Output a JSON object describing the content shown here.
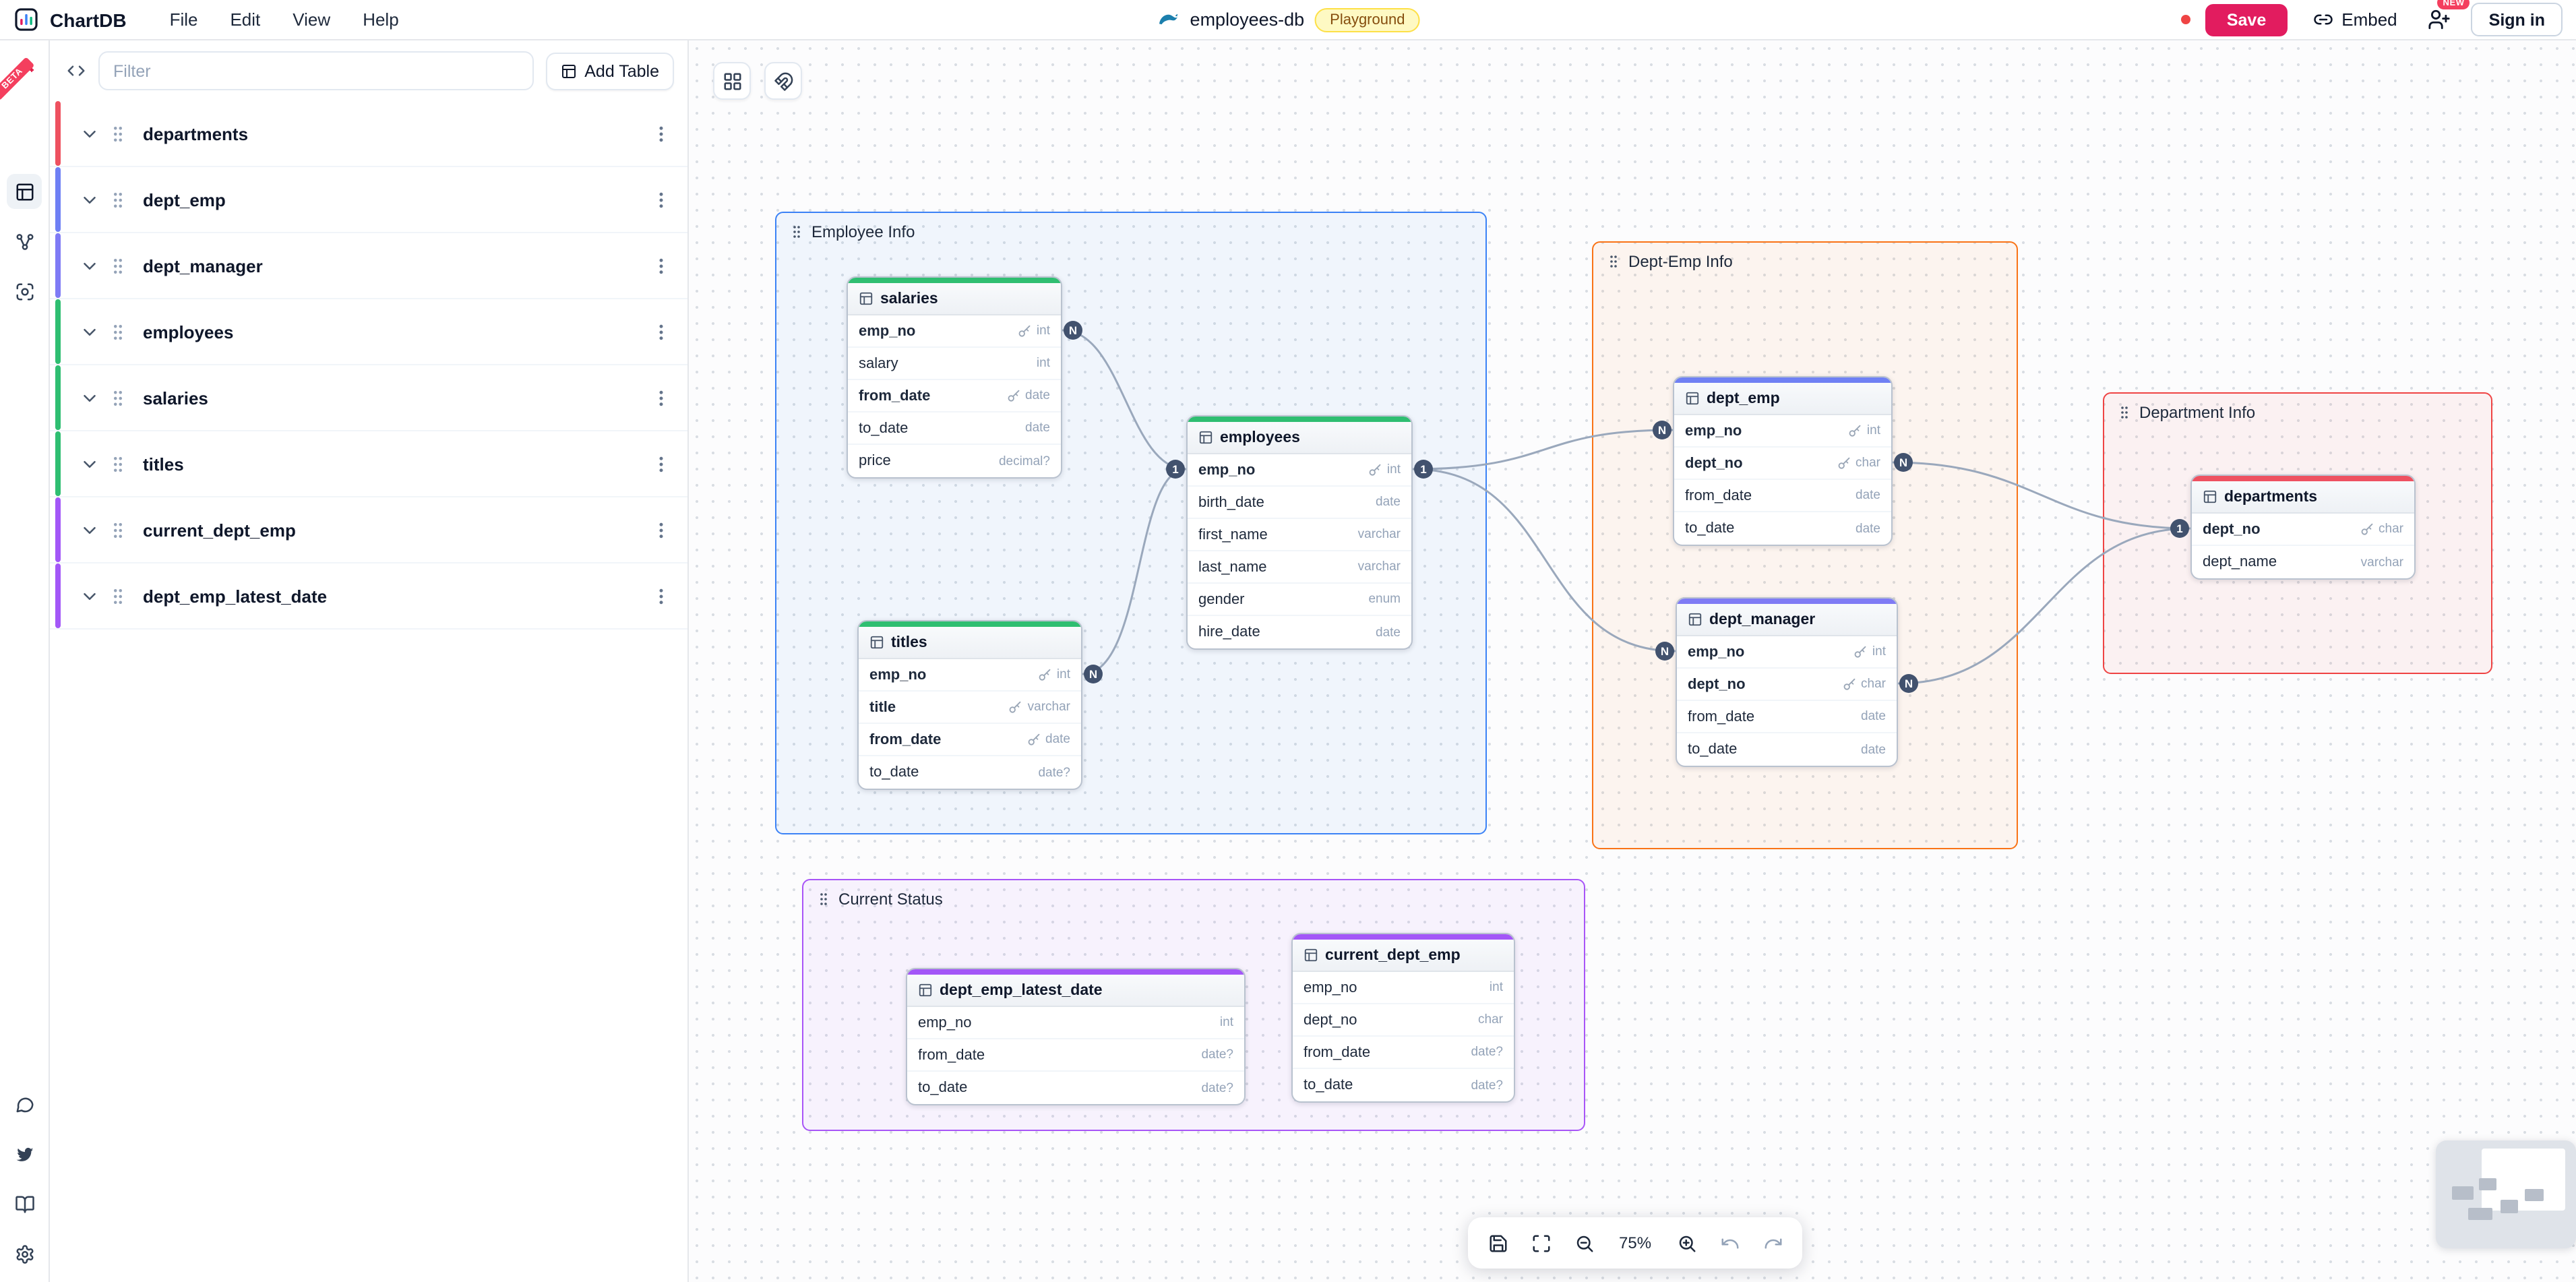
{
  "header": {
    "app_name": "ChartDB",
    "menus": [
      "File",
      "Edit",
      "View",
      "Help"
    ],
    "diagram_name": "employees-db",
    "environment_badge": "Playground",
    "save_label": "Save",
    "embed_label": "Embed",
    "new_badge": "NEW",
    "sign_in_label": "Sign in"
  },
  "icon_sidebar": {
    "beta_badge": "BETA"
  },
  "panel": {
    "filter_placeholder": "Filter",
    "add_table_label": "Add Table",
    "tables": [
      {
        "name": "departments",
        "color": "#ee5160"
      },
      {
        "name": "dept_emp",
        "color": "#6f80f4"
      },
      {
        "name": "dept_manager",
        "color": "#7f7bf5"
      },
      {
        "name": "employees",
        "color": "#2fbe71"
      },
      {
        "name": "salaries",
        "color": "#2fbe71"
      },
      {
        "name": "titles",
        "color": "#2fbe71"
      },
      {
        "name": "current_dept_emp",
        "color": "#a357f7"
      },
      {
        "name": "dept_emp_latest_date",
        "color": "#a357f7"
      }
    ]
  },
  "canvas": {
    "areas": [
      {
        "name": "Employee Info",
        "color": "#3b82f6",
        "fill": "rgba(59,130,246,0.06)"
      },
      {
        "name": "Dept-Emp Info",
        "color": "#f97316",
        "fill": "rgba(249,115,22,0.06)"
      },
      {
        "name": "Department Info",
        "color": "#ef4444",
        "fill": "rgba(239,68,68,0.06)"
      },
      {
        "name": "Current Status",
        "color": "#a855f7",
        "fill": "rgba(168,85,247,0.06)"
      }
    ],
    "tables": [
      {
        "name": "salaries",
        "color": "#2fbe71",
        "fields": [
          {
            "name": "emp_no",
            "type": "int",
            "pk": true
          },
          {
            "name": "salary",
            "type": "int",
            "pk": false
          },
          {
            "name": "from_date",
            "type": "date",
            "pk": true
          },
          {
            "name": "to_date",
            "type": "date",
            "pk": false
          },
          {
            "name": "price",
            "type": "decimal?",
            "pk": false
          }
        ]
      },
      {
        "name": "employees",
        "color": "#2fbe71",
        "fields": [
          {
            "name": "emp_no",
            "type": "int",
            "pk": true
          },
          {
            "name": "birth_date",
            "type": "date",
            "pk": false
          },
          {
            "name": "first_name",
            "type": "varchar",
            "pk": false
          },
          {
            "name": "last_name",
            "type": "varchar",
            "pk": false
          },
          {
            "name": "gender",
            "type": "enum",
            "pk": false
          },
          {
            "name": "hire_date",
            "type": "date",
            "pk": false
          }
        ]
      },
      {
        "name": "titles",
        "color": "#2fbe71",
        "fields": [
          {
            "name": "emp_no",
            "type": "int",
            "pk": true
          },
          {
            "name": "title",
            "type": "varchar",
            "pk": true
          },
          {
            "name": "from_date",
            "type": "date",
            "pk": true
          },
          {
            "name": "to_date",
            "type": "date?",
            "pk": false
          }
        ]
      },
      {
        "name": "dept_emp",
        "color": "#6f80f4",
        "fields": [
          {
            "name": "emp_no",
            "type": "int",
            "pk": true
          },
          {
            "name": "dept_no",
            "type": "char",
            "pk": true
          },
          {
            "name": "from_date",
            "type": "date",
            "pk": false
          },
          {
            "name": "to_date",
            "type": "date",
            "pk": false
          }
        ]
      },
      {
        "name": "dept_manager",
        "color": "#7f7bf5",
        "fields": [
          {
            "name": "emp_no",
            "type": "int",
            "pk": true
          },
          {
            "name": "dept_no",
            "type": "char",
            "pk": true
          },
          {
            "name": "from_date",
            "type": "date",
            "pk": false
          },
          {
            "name": "to_date",
            "type": "date",
            "pk": false
          }
        ]
      },
      {
        "name": "departments",
        "color": "#ee5160",
        "fields": [
          {
            "name": "dept_no",
            "type": "char",
            "pk": true
          },
          {
            "name": "dept_name",
            "type": "varchar",
            "pk": false
          }
        ]
      },
      {
        "name": "dept_emp_latest_date",
        "color": "#a357f7",
        "fields": [
          {
            "name": "emp_no",
            "type": "int",
            "pk": false
          },
          {
            "name": "from_date",
            "type": "date?",
            "pk": false
          },
          {
            "name": "to_date",
            "type": "date?",
            "pk": false
          }
        ]
      },
      {
        "name": "current_dept_emp",
        "color": "#a357f7",
        "fields": [
          {
            "name": "emp_no",
            "type": "int",
            "pk": false
          },
          {
            "name": "dept_no",
            "type": "char",
            "pk": false
          },
          {
            "name": "from_date",
            "type": "date?",
            "pk": false
          },
          {
            "name": "to_date",
            "type": "date?",
            "pk": false
          }
        ]
      }
    ],
    "relationships": [
      {
        "from": "salaries.emp_no",
        "to": "employees.emp_no",
        "from_card": "N",
        "to_card": "1"
      },
      {
        "from": "titles.emp_no",
        "to": "employees.emp_no",
        "from_card": "N",
        "to_card": "1"
      },
      {
        "from": "dept_emp.emp_no",
        "to": "employees.emp_no",
        "from_card": "N",
        "to_card": "1"
      },
      {
        "from": "dept_manager.emp_no",
        "to": "employees.emp_no",
        "from_card": "N",
        "to_card": "1"
      },
      {
        "from": "dept_emp.dept_no",
        "to": "departments.dept_no",
        "from_card": "N",
        "to_card": "1"
      },
      {
        "from": "dept_manager.dept_no",
        "to": "departments.dept_no",
        "from_card": "N",
        "to_card": "1"
      }
    ]
  },
  "toolbar": {
    "zoom_level": "75%"
  },
  "colors": {
    "accent": "#e21c5f",
    "beta": "#f43f5e",
    "unsaved_dot": "#ef4444",
    "playground_bg": "#fef9c3",
    "playground_border": "#fde047",
    "playground_text": "#854d0e",
    "edge": "#9aa8bc",
    "badge": "#42526e"
  }
}
